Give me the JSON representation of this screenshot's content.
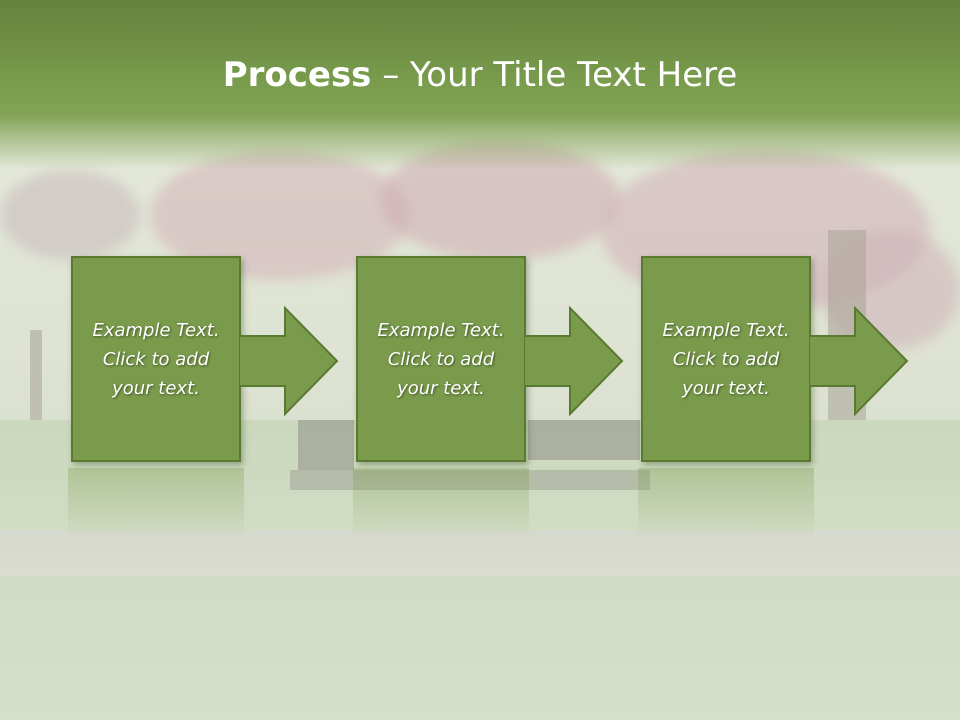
{
  "slide": {
    "title_bold": "Process",
    "title_rest": " – Your Title Text Here"
  },
  "steps": [
    {
      "line1": "Example Text.",
      "line2": "Click  to add",
      "line3": "your text."
    },
    {
      "line1": "Example Text.",
      "line2": "Click  to add",
      "line3": "your text."
    },
    {
      "line1": "Example Text.",
      "line2": "Click  to add",
      "line3": "your text."
    }
  ],
  "colors": {
    "title_bar": "#779a4b",
    "step_fill": "#7a9b4c",
    "step_border": "#5a7a31",
    "text": "#ffffff"
  }
}
